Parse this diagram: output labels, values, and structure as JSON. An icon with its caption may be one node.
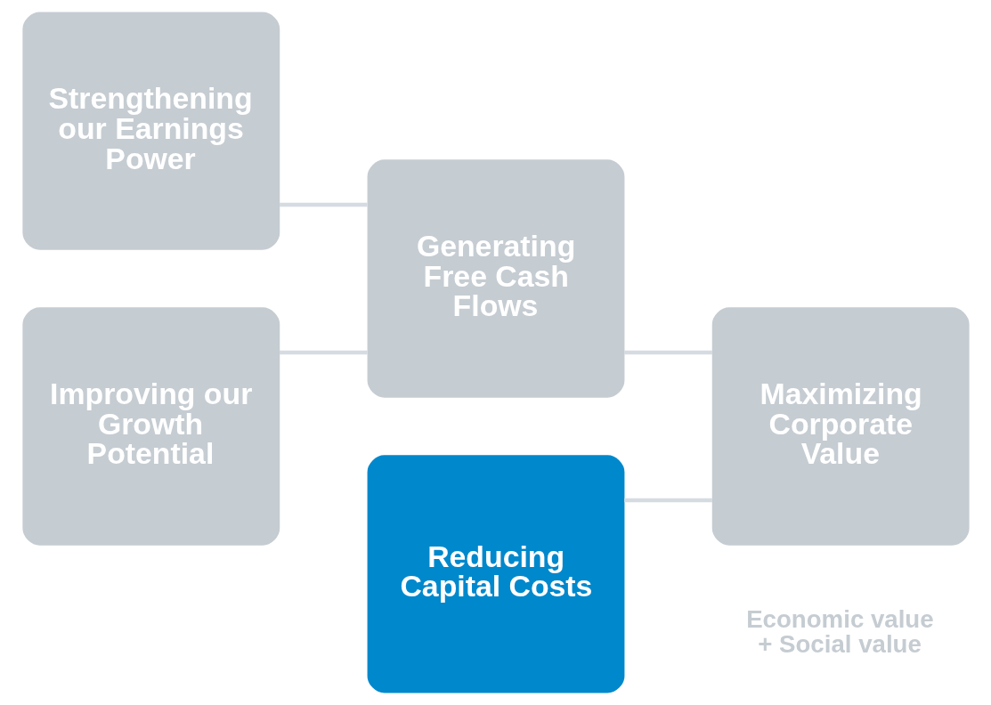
{
  "diagram": {
    "nodes": [
      {
        "text": [
          "Strengthening our Earnings Power"
        ]
      },
      {
        "text": [
          "Improving our Growth Potential"
        ]
      },
      {
        "text": [
          "Generating Free Cash Flows"
        ]
      },
      {
        "text": [
          "Reducing Capital Costs"
        ]
      },
      {
        "text": [
          "Maximizing Corporate Value"
        ],
        "beside": [
          "Economic value + Social value"
        ]
      }
    ],
    "edges": [
      {
        "from": 0,
        "to": 2,
        "arrow": "none"
      },
      {
        "from": 1,
        "to": 2,
        "arrow": "none"
      },
      {
        "from": 2,
        "to": 4,
        "arrow": "none"
      },
      {
        "from": 3,
        "to": 4,
        "arrow": "none"
      }
    ]
  }
}
